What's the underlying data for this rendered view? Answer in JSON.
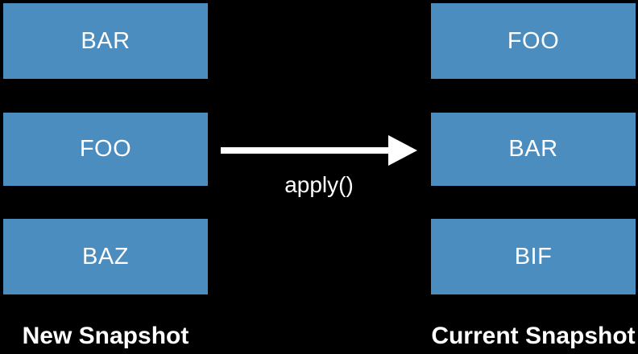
{
  "diagram": {
    "title": "Snapshot apply diagram",
    "colors": {
      "background": "#000000",
      "box": "#4A8DBE",
      "text": "#FFFFFF",
      "arrow": "#FFFFFF"
    },
    "left_column": {
      "caption": "New Snapshot",
      "boxes": [
        "BAR",
        "FOO",
        "BAZ"
      ]
    },
    "right_column": {
      "caption": "Current Snapshot",
      "boxes": [
        "FOO",
        "BAR",
        "BIF"
      ]
    },
    "arrow": {
      "label": "apply()",
      "direction": "right"
    }
  }
}
